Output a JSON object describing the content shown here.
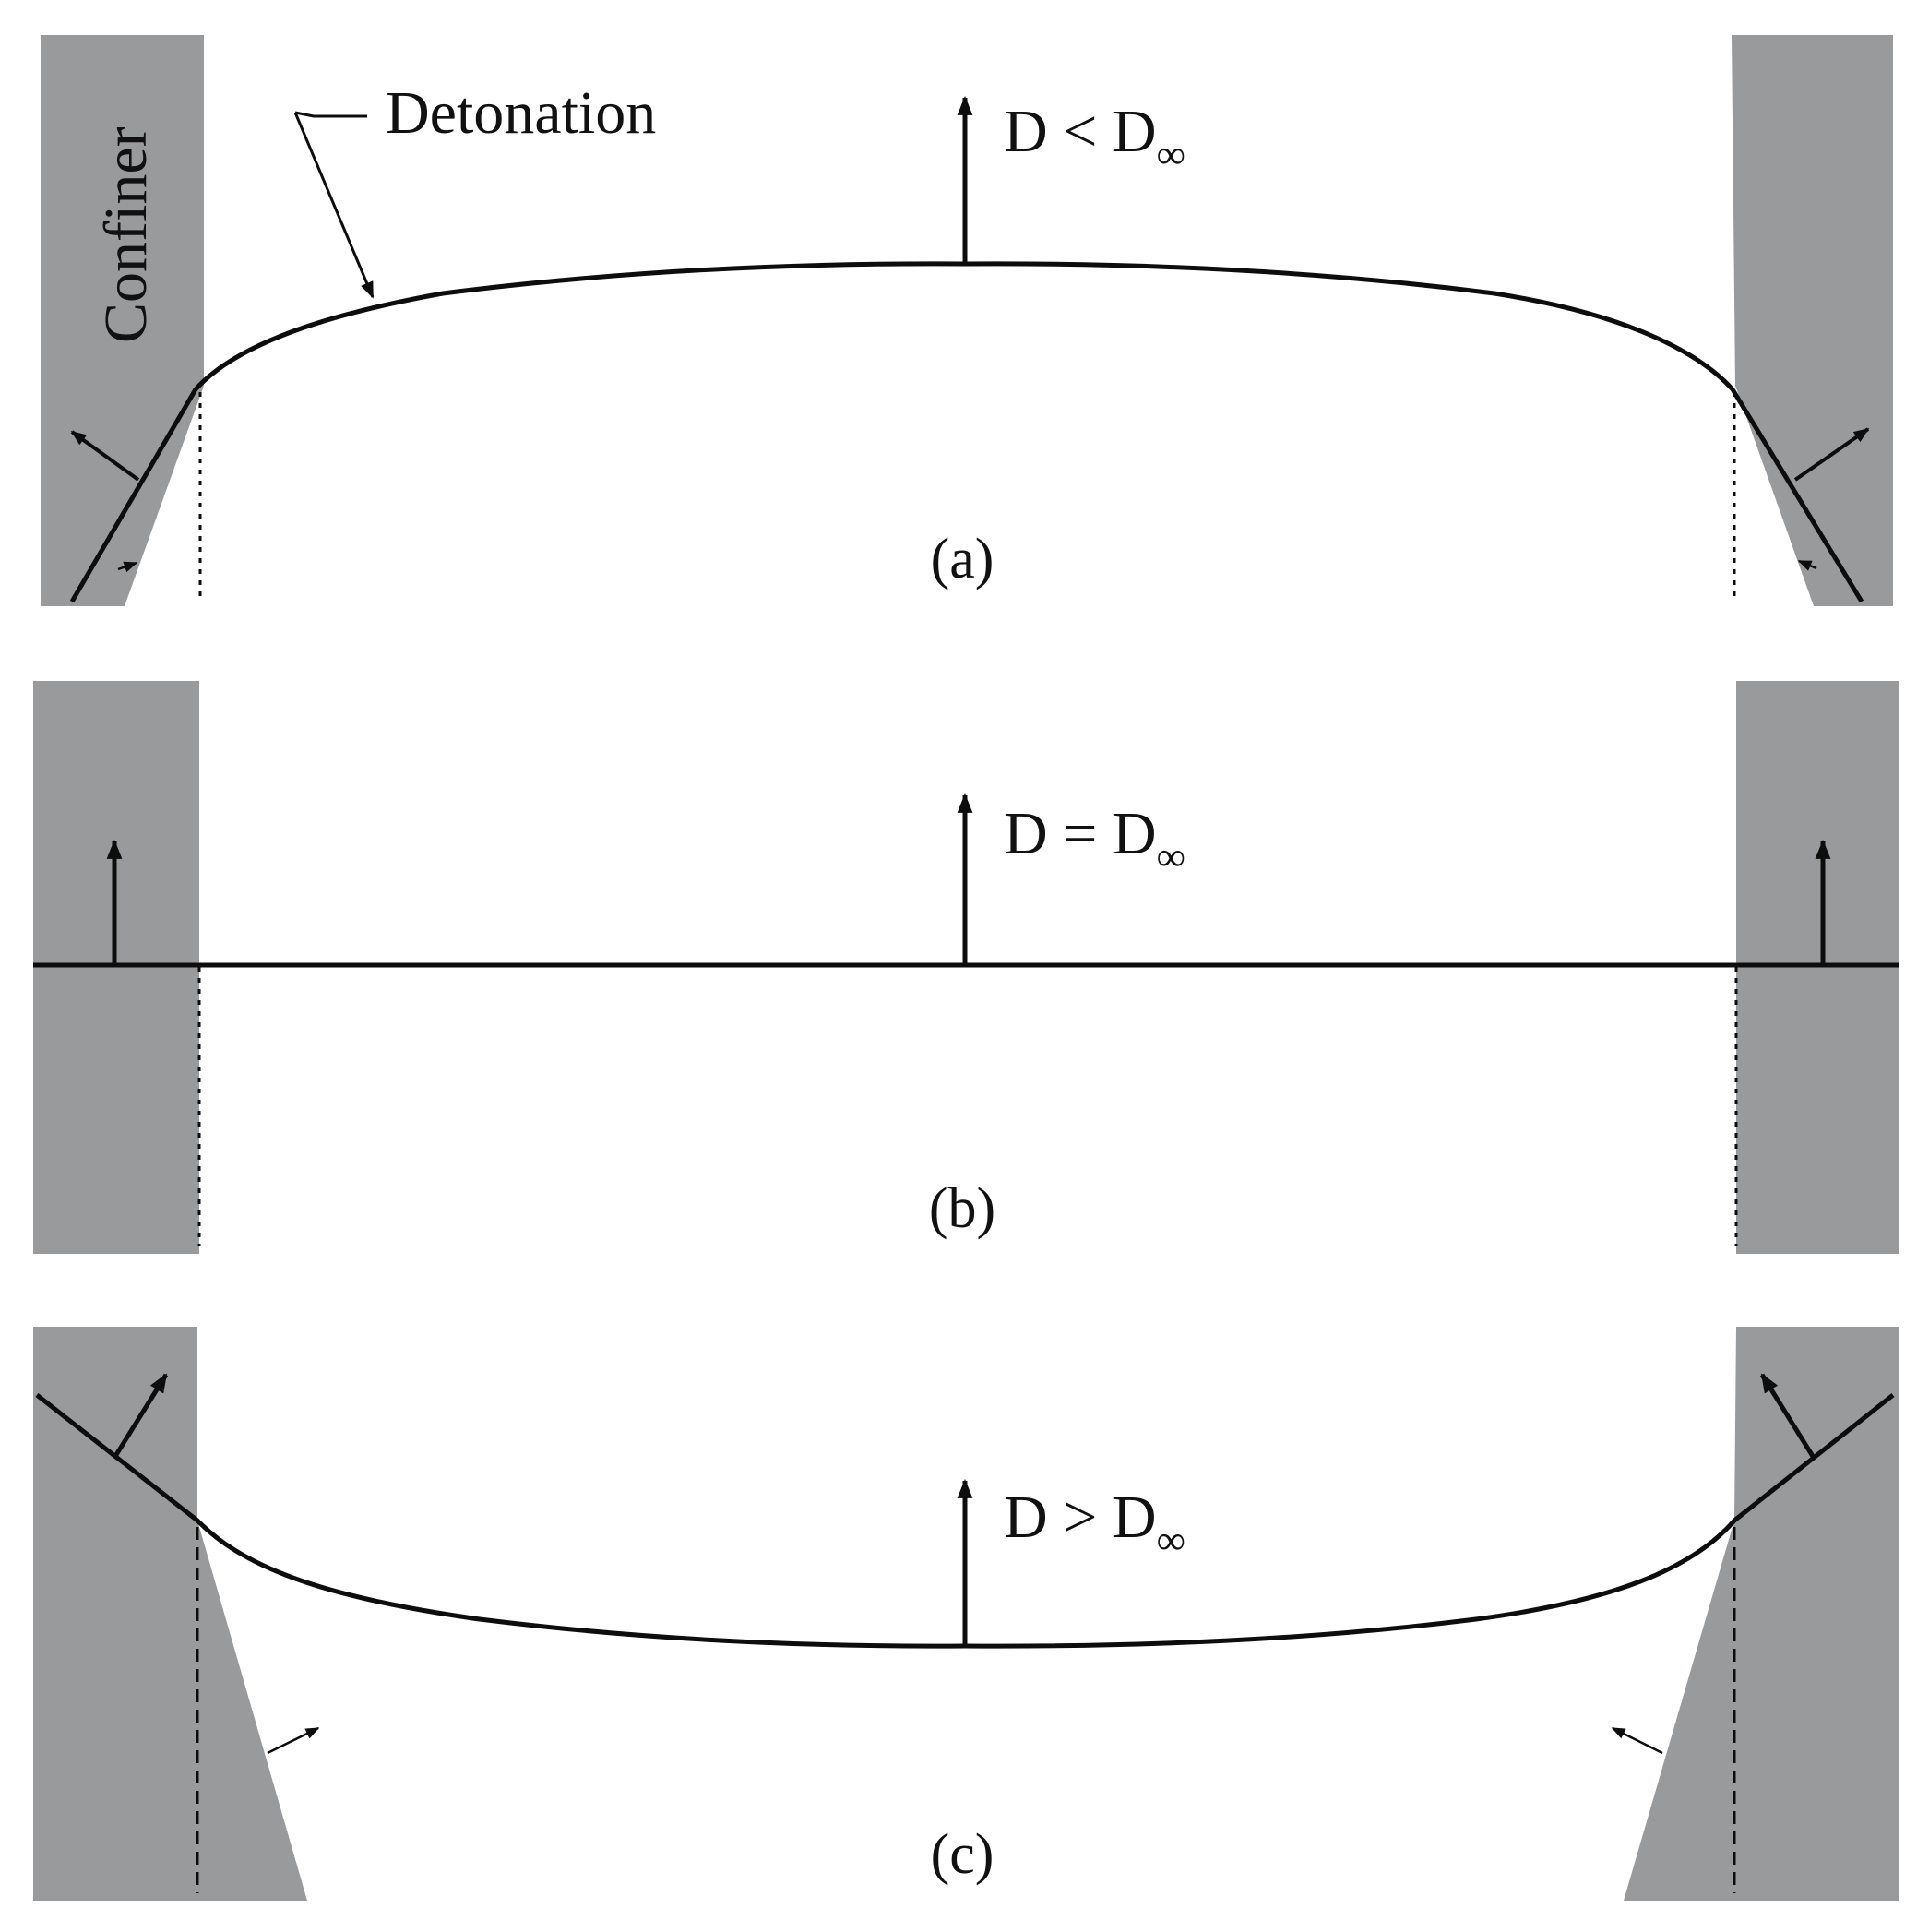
{
  "colors": {
    "confiner": "#999a9c",
    "line": "#0d0d0d",
    "background": "#ffffff"
  },
  "labels": {
    "confiner": "Confiner",
    "detonation": "Detonation"
  },
  "panels": [
    {
      "letter": "(a)",
      "relation": "D < D",
      "subscript": "∞"
    },
    {
      "letter": "(b)",
      "relation": "D = D",
      "subscript": "∞"
    },
    {
      "letter": "(c)",
      "relation": "D > D",
      "subscript": "∞"
    }
  ]
}
